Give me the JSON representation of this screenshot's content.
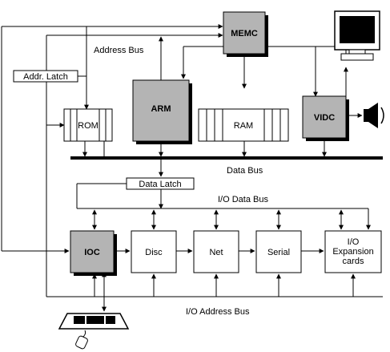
{
  "blocks": {
    "memc": "MEMC",
    "arm": "ARM",
    "vidc": "VIDC",
    "rom": "ROM",
    "ram": "RAM",
    "ioc": "IOC",
    "disc": "Disc",
    "net": "Net",
    "serial": "Serial",
    "io_expansion": [
      "I/O",
      "Expansion",
      "cards"
    ],
    "addr_latch": "Addr. Latch",
    "data_latch": "Data Latch"
  },
  "buses": {
    "address_bus": "Address Bus",
    "data_bus": "Data Bus",
    "io_data_bus": "I/O Data Bus",
    "io_address_bus": "I/O Address Bus"
  },
  "icons": {
    "monitor": "monitor-icon",
    "speaker": "speaker-icon",
    "keyboard": "keyboard-icon",
    "mouse": "mouse-icon"
  },
  "colors": {
    "grey_block": "#b4b4b4",
    "line": "#000000",
    "background": "#ffffff"
  }
}
